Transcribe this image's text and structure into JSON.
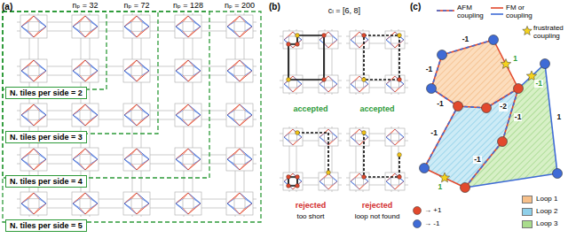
{
  "diagram": {
    "nodes": [
      {
        "text": [
          "N. tiles per side = 2"
        ]
      },
      {
        "text": [
          "N. tiles per side = 3"
        ]
      },
      {
        "text": [
          "N. tiles per side = 4"
        ]
      },
      {
        "text": [
          "N. tiles per side = 5"
        ]
      }
    ],
    "labels": [
      "(a)",
      "nₚ = 32",
      "nₚ = 72",
      "nₚ = 128",
      "nₚ = 200",
      "(b)",
      "cₗ = [6, 8]",
      "accepted",
      "accepted",
      "rejected",
      "too short",
      "rejected",
      "loop not found",
      "(c)",
      "-1",
      "1",
      "-2",
      "-1",
      "-1",
      "-1",
      "1",
      "-1",
      "-1",
      "1",
      "-1"
    ],
    "legend": [
      {
        "text": "AFM coupling"
      },
      {
        "text": "FM or coupling"
      },
      {
        "text": "frustrated coupling"
      },
      {
        "text": "Loop 1",
        "color": "#f7c08a"
      },
      {
        "text": "Loop 2",
        "color": "#8fd0ea"
      },
      {
        "text": "Loop 3",
        "color": "#a9dc8c"
      },
      {
        "text": "→ +1"
      },
      {
        "text": "→ -1"
      }
    ]
  }
}
